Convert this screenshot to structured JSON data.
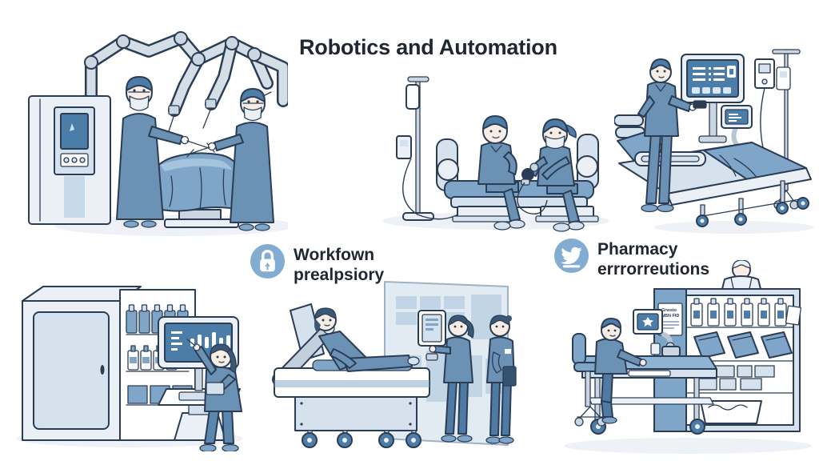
{
  "title": "Robotics and Automation",
  "captions": {
    "workflow": {
      "icon": "lock-icon",
      "line1": "Workfown",
      "line2": "prealpsiory"
    },
    "pharmacy": {
      "icon": "bird-icon",
      "line1": "Pharmacy",
      "line2": "errrorreutions"
    }
  },
  "pharmacy_sign": {
    "line1": "Grwsto",
    "line2": "NBN FID"
  },
  "scenes": [
    {
      "name": "robotic-surgery"
    },
    {
      "name": "seated-procedure"
    },
    {
      "name": "bedside-monitoring"
    },
    {
      "name": "medication-dispensing"
    },
    {
      "name": "patient-bed-workflow"
    },
    {
      "name": "pharmacy-automation"
    }
  ],
  "palette": {
    "background": "#ffffff",
    "outline": "#2b3d55",
    "scrubs_blue": "#6b92b4",
    "light_blue": "#d5e2ee",
    "pale_blue": "#eaf0f6",
    "medium_blue": "#7fa6c9",
    "screen_blue": "#4c7ca8",
    "machine_gray": "#ccd6e1",
    "icon_circle_blue": "#82acd2",
    "skin": "#f7ede4",
    "hair_dark": "#3a5876",
    "shadow": "#eef1f6",
    "text_dark": "#202733"
  }
}
